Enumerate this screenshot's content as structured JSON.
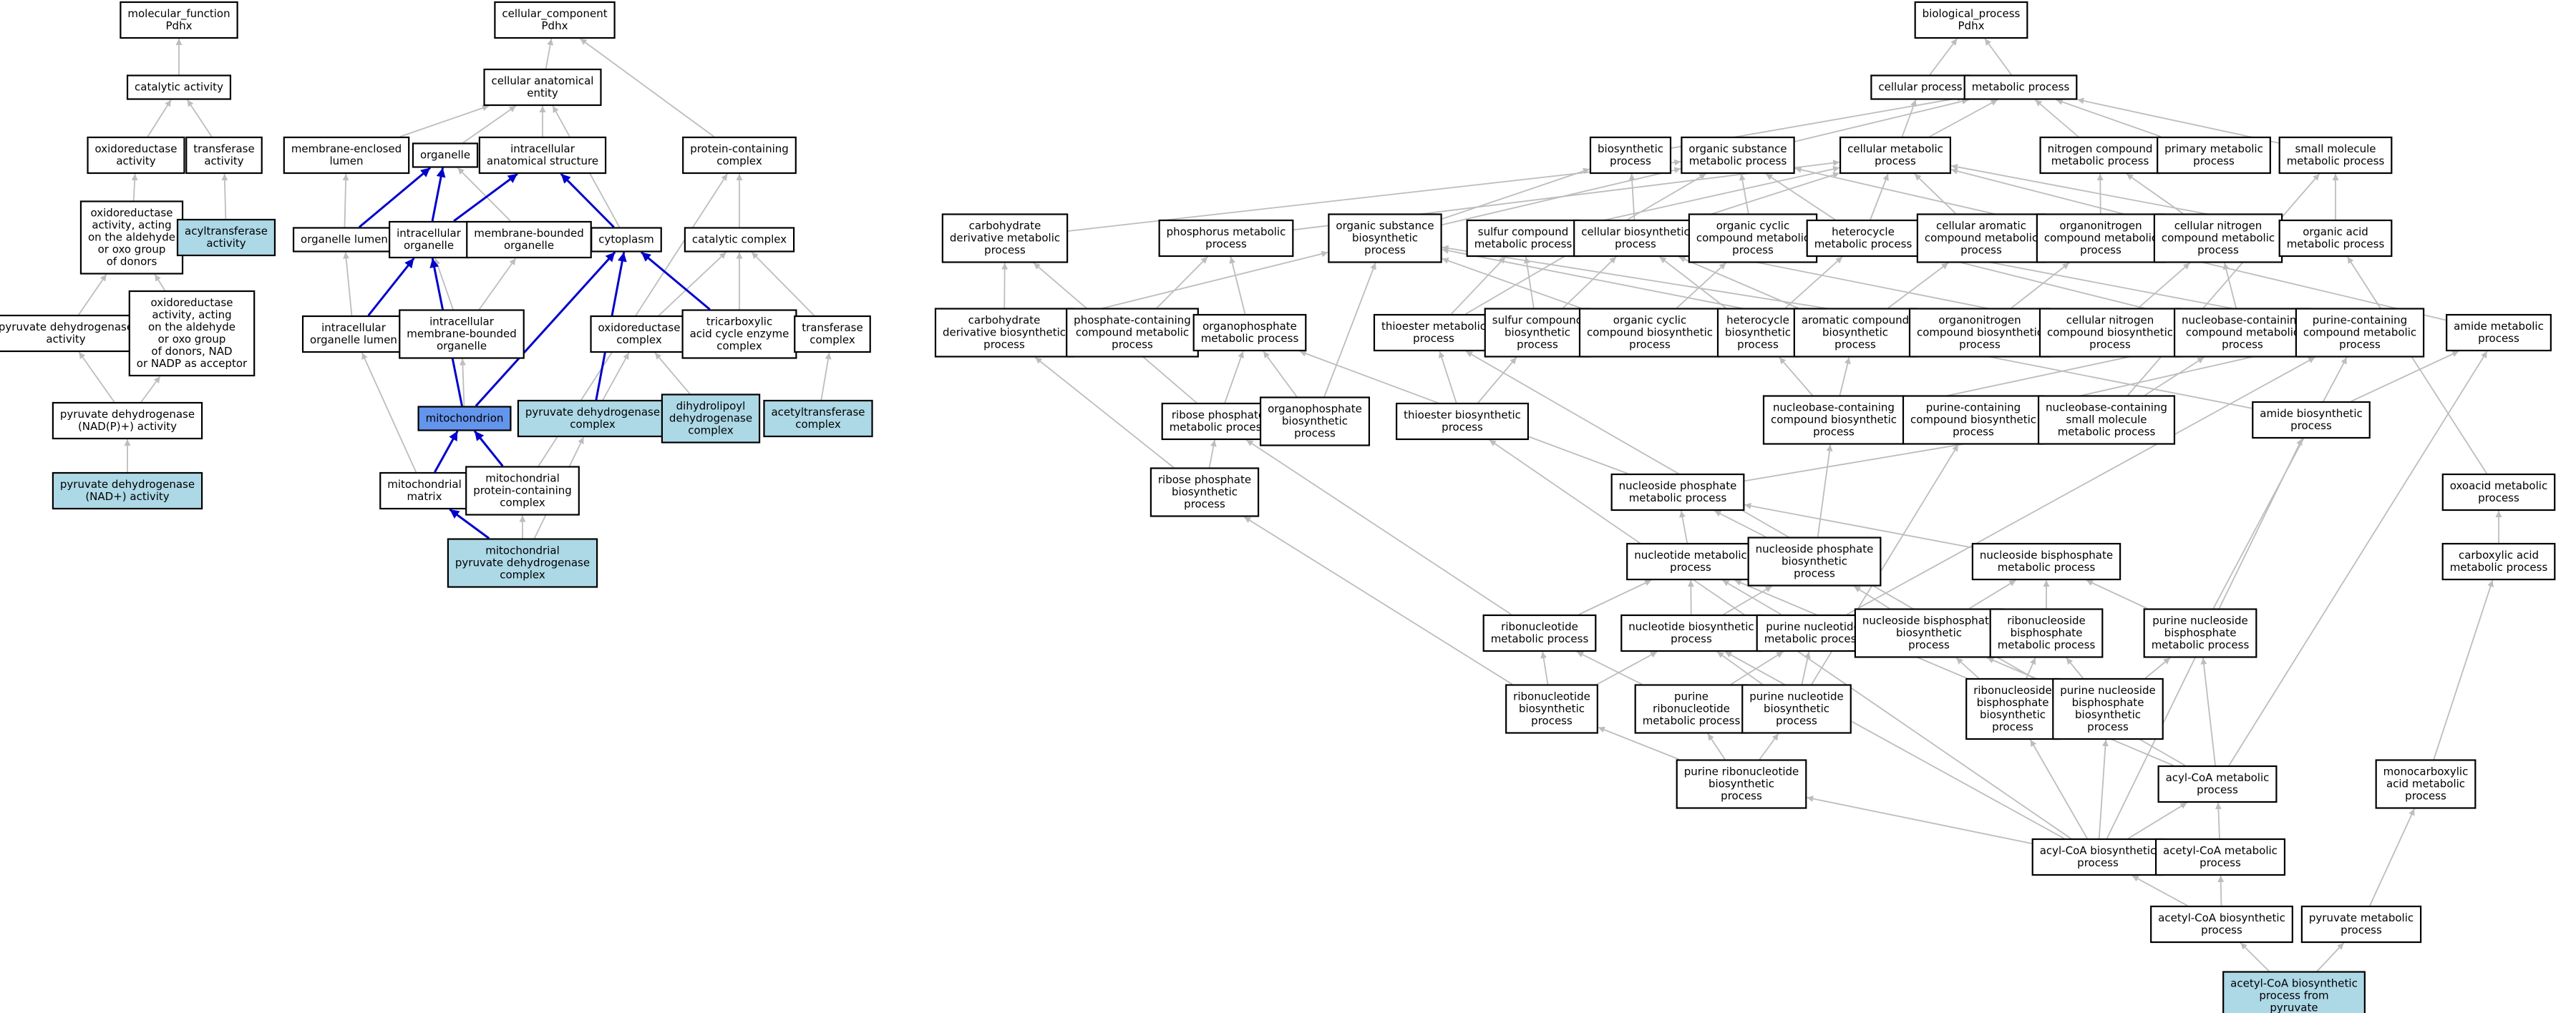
{
  "colors": {
    "default_fill": "#ffffff",
    "light_fill": "#add8e6",
    "focus_fill": "#6495ed",
    "edge_gray": "#bdbdbd",
    "edge_blue": "#0000cc"
  },
  "nodes": [
    {
      "id": "mf",
      "lines": [
        "molecular_function",
        "Pdhx"
      ]
    },
    {
      "id": "cat",
      "lines": [
        "catalytic activity"
      ]
    },
    {
      "id": "oxact",
      "lines": [
        "oxidoreductase",
        "activity"
      ]
    },
    {
      "id": "trans",
      "lines": [
        "transferase",
        "activity"
      ]
    },
    {
      "id": "oxald",
      "lines": [
        "oxidoreductase",
        "activity, acting",
        "on the aldehyde",
        "or oxo group",
        "of donors"
      ]
    },
    {
      "id": "acyltr",
      "lines": [
        "acyltransferase",
        "activity"
      ],
      "style": "light"
    },
    {
      "id": "pdhact",
      "lines": [
        "pyruvate dehydrogenase",
        "activity"
      ]
    },
    {
      "id": "oxnad",
      "lines": [
        "oxidoreductase",
        "activity, acting",
        "on the aldehyde",
        "or oxo group",
        "of donors, NAD",
        "or NADP as acceptor"
      ]
    },
    {
      "id": "pdhnadp",
      "lines": [
        "pyruvate dehydrogenase",
        "(NAD(P)+) activity"
      ]
    },
    {
      "id": "pdhnad",
      "lines": [
        "pyruvate dehydrogenase",
        "(NAD+) activity"
      ],
      "style": "light"
    },
    {
      "id": "cc",
      "lines": [
        "cellular_component",
        "Pdhx"
      ]
    },
    {
      "id": "cae",
      "lines": [
        "cellular anatomical",
        "entity"
      ]
    },
    {
      "id": "mel",
      "lines": [
        "membrane-enclosed",
        "lumen"
      ]
    },
    {
      "id": "org",
      "lines": [
        "organelle"
      ]
    },
    {
      "id": "ias",
      "lines": [
        "intracellular",
        "anatomical structure"
      ]
    },
    {
      "id": "pcc",
      "lines": [
        "protein-containing",
        "complex"
      ]
    },
    {
      "id": "orglum",
      "lines": [
        "organelle lumen"
      ]
    },
    {
      "id": "intorg",
      "lines": [
        "intracellular",
        "organelle"
      ]
    },
    {
      "id": "mbo",
      "lines": [
        "membrane-bounded",
        "organelle"
      ]
    },
    {
      "id": "cyto",
      "lines": [
        "cytoplasm"
      ]
    },
    {
      "id": "catcx",
      "lines": [
        "catalytic complex"
      ]
    },
    {
      "id": "iol",
      "lines": [
        "intracellular",
        "organelle lumen"
      ]
    },
    {
      "id": "imbo",
      "lines": [
        "intracellular",
        "membrane-bounded",
        "organelle"
      ]
    },
    {
      "id": "oxcx",
      "lines": [
        "oxidoreductase",
        "complex"
      ]
    },
    {
      "id": "tca",
      "lines": [
        "tricarboxylic",
        "acid cycle enzyme",
        "complex"
      ]
    },
    {
      "id": "trcx",
      "lines": [
        "transferase",
        "complex"
      ]
    },
    {
      "id": "mito",
      "lines": [
        "mitochondrion"
      ],
      "style": "focus"
    },
    {
      "id": "pdhcx",
      "lines": [
        "pyruvate dehydrogenase",
        "complex"
      ],
      "style": "light"
    },
    {
      "id": "dld",
      "lines": [
        "dihydrolipoyl",
        "dehydrogenase",
        "complex"
      ],
      "style": "light"
    },
    {
      "id": "actr",
      "lines": [
        "acetyltransferase",
        "complex"
      ],
      "style": "light"
    },
    {
      "id": "mmat",
      "lines": [
        "mitochondrial",
        "matrix"
      ]
    },
    {
      "id": "mpcc",
      "lines": [
        "mitochondrial",
        "protein-containing",
        "complex"
      ]
    },
    {
      "id": "mpdh",
      "lines": [
        "mitochondrial",
        "pyruvate dehydrogenase",
        "complex"
      ],
      "style": "light"
    },
    {
      "id": "bp",
      "lines": [
        "biological_process",
        "Pdhx"
      ]
    },
    {
      "id": "cellp",
      "lines": [
        "cellular process"
      ]
    },
    {
      "id": "metp",
      "lines": [
        "metabolic process"
      ]
    },
    {
      "id": "biosyn",
      "lines": [
        "biosynthetic",
        "process"
      ]
    },
    {
      "id": "osm",
      "lines": [
        "organic substance",
        "metabolic process"
      ]
    },
    {
      "id": "cmp",
      "lines": [
        "cellular metabolic",
        "process"
      ]
    },
    {
      "id": "ncm",
      "lines": [
        "nitrogen compound",
        "metabolic process"
      ]
    },
    {
      "id": "pmp",
      "lines": [
        "primary metabolic",
        "process"
      ]
    },
    {
      "id": "smm",
      "lines": [
        "small molecule",
        "metabolic process"
      ]
    },
    {
      "id": "cdm",
      "lines": [
        "carbohydrate",
        "derivative metabolic",
        "process"
      ]
    },
    {
      "id": "phos",
      "lines": [
        "phosphorus metabolic",
        "process"
      ]
    },
    {
      "id": "osb",
      "lines": [
        "organic substance",
        "biosynthetic",
        "process"
      ]
    },
    {
      "id": "scm",
      "lines": [
        "sulfur compound",
        "metabolic process"
      ]
    },
    {
      "id": "cbp",
      "lines": [
        "cellular biosynthetic",
        "process"
      ]
    },
    {
      "id": "ocm",
      "lines": [
        "organic cyclic",
        "compound metabolic",
        "process"
      ]
    },
    {
      "id": "hetm",
      "lines": [
        "heterocycle",
        "metabolic process"
      ]
    },
    {
      "id": "cacm",
      "lines": [
        "cellular aromatic",
        "compound metabolic",
        "process"
      ]
    },
    {
      "id": "onm",
      "lines": [
        "organonitrogen",
        "compound metabolic",
        "process"
      ]
    },
    {
      "id": "cncm",
      "lines": [
        "cellular nitrogen",
        "compound metabolic",
        "process"
      ]
    },
    {
      "id": "oam",
      "lines": [
        "organic acid",
        "metabolic process"
      ]
    },
    {
      "id": "cdb",
      "lines": [
        "carbohydrate",
        "derivative biosynthetic",
        "process"
      ]
    },
    {
      "id": "pccm",
      "lines": [
        "phosphate-containing",
        "compound metabolic",
        "process"
      ]
    },
    {
      "id": "opm",
      "lines": [
        "organophosphate",
        "metabolic process"
      ]
    },
    {
      "id": "thm",
      "lines": [
        "thioester metabolic",
        "process"
      ]
    },
    {
      "id": "scb",
      "lines": [
        "sulfur compound",
        "biosynthetic",
        "process"
      ]
    },
    {
      "id": "ocb",
      "lines": [
        "organic cyclic",
        "compound biosynthetic",
        "process"
      ]
    },
    {
      "id": "hetb",
      "lines": [
        "heterocycle",
        "biosynthetic",
        "process"
      ]
    },
    {
      "id": "acb",
      "lines": [
        "aromatic compound",
        "biosynthetic",
        "process"
      ]
    },
    {
      "id": "onb",
      "lines": [
        "organonitrogen",
        "compound biosynthetic",
        "process"
      ]
    },
    {
      "id": "cncb",
      "lines": [
        "cellular nitrogen",
        "compound biosynthetic",
        "process"
      ]
    },
    {
      "id": "nbcm",
      "lines": [
        "nucleobase-containing",
        "compound metabolic",
        "process"
      ]
    },
    {
      "id": "pucm",
      "lines": [
        "purine-containing",
        "compound metabolic",
        "process"
      ]
    },
    {
      "id": "amm",
      "lines": [
        "amide metabolic",
        "process"
      ]
    },
    {
      "id": "rpm",
      "lines": [
        "ribose phosphate",
        "metabolic process"
      ]
    },
    {
      "id": "opb",
      "lines": [
        "organophosphate",
        "biosynthetic",
        "process"
      ]
    },
    {
      "id": "thb",
      "lines": [
        "thioester biosynthetic",
        "process"
      ]
    },
    {
      "id": "nbcb",
      "lines": [
        "nucleobase-containing",
        "compound biosynthetic",
        "process"
      ]
    },
    {
      "id": "pucb",
      "lines": [
        "purine-containing",
        "compound biosynthetic",
        "process"
      ]
    },
    {
      "id": "nbsm",
      "lines": [
        "nucleobase-containing",
        "small molecule",
        "metabolic process"
      ]
    },
    {
      "id": "amb",
      "lines": [
        "amide biosynthetic",
        "process"
      ]
    },
    {
      "id": "rpb",
      "lines": [
        "ribose phosphate",
        "biosynthetic",
        "process"
      ]
    },
    {
      "id": "nspm",
      "lines": [
        "nucleoside phosphate",
        "metabolic process"
      ]
    },
    {
      "id": "oxoa",
      "lines": [
        "oxoacid metabolic",
        "process"
      ]
    },
    {
      "id": "ntm",
      "lines": [
        "nucleotide metabolic",
        "process"
      ]
    },
    {
      "id": "nspb",
      "lines": [
        "nucleoside phosphate",
        "biosynthetic",
        "process"
      ]
    },
    {
      "id": "nbpm",
      "lines": [
        "nucleoside bisphosphate",
        "metabolic process"
      ]
    },
    {
      "id": "caa",
      "lines": [
        "carboxylic acid",
        "metabolic process"
      ]
    },
    {
      "id": "rnm",
      "lines": [
        "ribonucleotide",
        "metabolic process"
      ]
    },
    {
      "id": "ntb",
      "lines": [
        "nucleotide biosynthetic",
        "process"
      ]
    },
    {
      "id": "pnm",
      "lines": [
        "purine nucleotide",
        "metabolic process"
      ]
    },
    {
      "id": "nbpb",
      "lines": [
        "nucleoside bisphosphate",
        "biosynthetic",
        "process"
      ]
    },
    {
      "id": "rnbm",
      "lines": [
        "ribonucleoside",
        "bisphosphate",
        "metabolic process"
      ]
    },
    {
      "id": "pnbm",
      "lines": [
        "purine nucleoside",
        "bisphosphate",
        "metabolic process"
      ]
    },
    {
      "id": "rnb",
      "lines": [
        "ribonucleotide",
        "biosynthetic",
        "process"
      ]
    },
    {
      "id": "prm",
      "lines": [
        "purine",
        "ribonucleotide",
        "metabolic process"
      ]
    },
    {
      "id": "pnb",
      "lines": [
        "purine nucleotide",
        "biosynthetic",
        "process"
      ]
    },
    {
      "id": "rnbb",
      "lines": [
        "ribonucleoside",
        "bisphosphate",
        "biosynthetic",
        "process"
      ]
    },
    {
      "id": "pnbb",
      "lines": [
        "purine nucleoside",
        "bisphosphate",
        "biosynthetic",
        "process"
      ]
    },
    {
      "id": "acylm",
      "lines": [
        "acyl-CoA metabolic",
        "process"
      ]
    },
    {
      "id": "prb",
      "lines": [
        "purine ribonucleotide",
        "biosynthetic",
        "process"
      ]
    },
    {
      "id": "mcm",
      "lines": [
        "monocarboxylic",
        "acid metabolic",
        "process"
      ]
    },
    {
      "id": "acylb",
      "lines": [
        "acyl-CoA biosynthetic",
        "process"
      ]
    },
    {
      "id": "acetm",
      "lines": [
        "acetyl-CoA metabolic",
        "process"
      ]
    },
    {
      "id": "acetb",
      "lines": [
        "acetyl-CoA biosynthetic",
        "process"
      ]
    },
    {
      "id": "pyrm",
      "lines": [
        "pyruvate metabolic",
        "process"
      ]
    },
    {
      "id": "acetpyr",
      "lines": [
        "acetyl-CoA biosynthetic",
        "process from",
        "pyruvate"
      ],
      "style": "light"
    }
  ]
}
